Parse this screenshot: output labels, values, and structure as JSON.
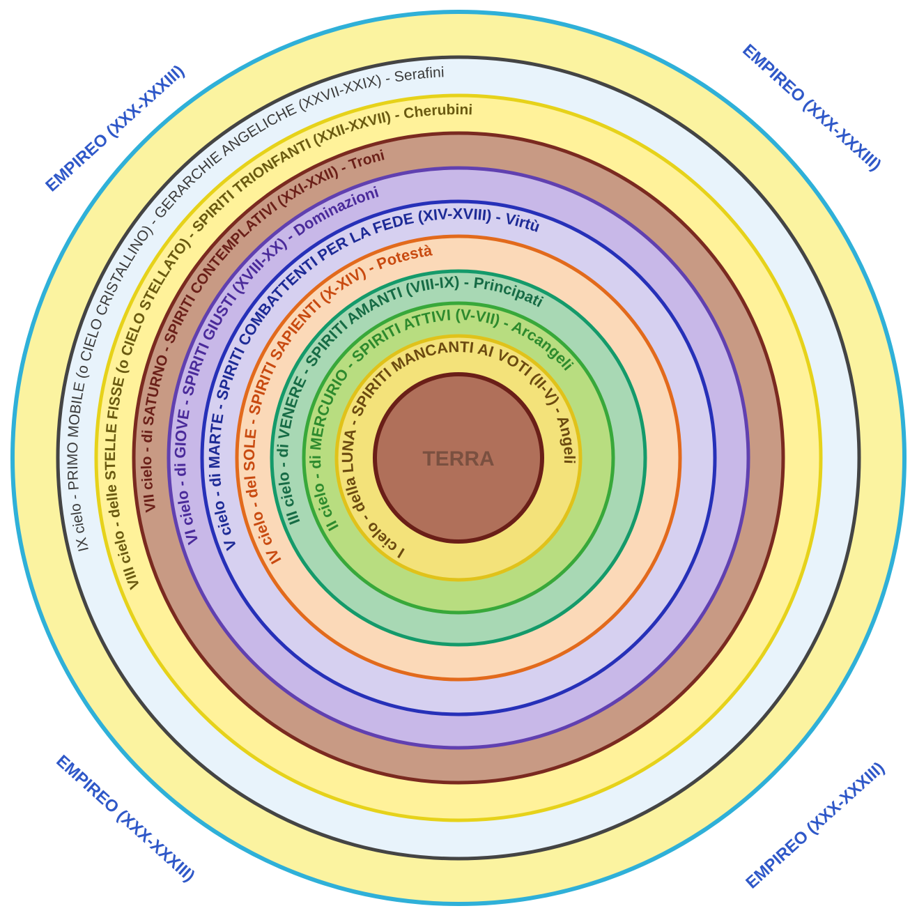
{
  "center": {
    "label": "TERRA",
    "color": "#b0705a",
    "text_color": "#7a5040"
  },
  "empireo": {
    "label": "EMPIREO (XXX-XXXIII)",
    "color": "#2f58c8",
    "labels": [
      "EMPIREO (XXX-XXXIII)",
      "EMPIREO (XXX-XXXIII)",
      "EMPIREO (XXX-XXXIII)",
      "EMPIREO (XXX-XXXIII)"
    ]
  },
  "heavens": [
    {
      "text": "I cielo - della LUNA - SPIRITI MANCANTI AI VOTI (II-V) - Angeli",
      "color": "#6b4a10",
      "band": "#f3e27a",
      "line": "#e0c21a"
    },
    {
      "text": "II cielo - di MERCURIO - SPIRITI ATTIVI (V-VII) - Arcangeli",
      "color": "#2d8a2d",
      "band": "#b8dd80",
      "line": "#38a83a"
    },
    {
      "text": "III cielo - di VENERE - SPIRITI AMANTI (VIII-IX) - Principati",
      "color": "#166b45",
      "band": "#a8d8b4",
      "line": "#149a6a"
    },
    {
      "text": "IV cielo - del SOLE - SPIRITI SAPIENTI (X-XIV) - Potestà",
      "color": "#c84a10",
      "band": "#fbd9b8",
      "line": "#e26a1c"
    },
    {
      "text": "V cielo - di MARTE - SPIRITI COMBATTENTI PER LA FEDE (XIV-XVIII) - Virtù",
      "color": "#1d2a96",
      "band": "#d6d0f0",
      "line": "#2630b8"
    },
    {
      "text": "VI cielo - di GIOVE - SPIRITI GIUSTI (XVIII-XX) - Dominazioni",
      "color": "#4a2a9a",
      "band": "#c8b8e8",
      "line": "#6040b0"
    },
    {
      "text": "VII cielo - di SATURNO - SPIRITI CONTEMPLATIVI (XXI-XXII) - Troni",
      "color": "#6a1f18",
      "band": "#c89a84",
      "line": "#7a2a20"
    },
    {
      "text": "VIII cielo - delle STELLE FISSE (o CIELO STELLATO) - SPIRITI TRIONFANTI (XXII-XXVII) - Cherubini",
      "color": "#6a5a10",
      "band": "#fff29a",
      "line": "#e6d21a"
    },
    {
      "text": "IX cielo - PRIMO MOBILE (o CIELO CRISTALLINO) - GERARCHIE ANGELICHE (XXVII-XXIX) - Serafini",
      "color": "#3a3a3a",
      "band": "#e8f3fb",
      "line": "#444444"
    }
  ],
  "outer_band": {
    "band": "#fbf3a0",
    "line": "#2fb0d8"
  }
}
